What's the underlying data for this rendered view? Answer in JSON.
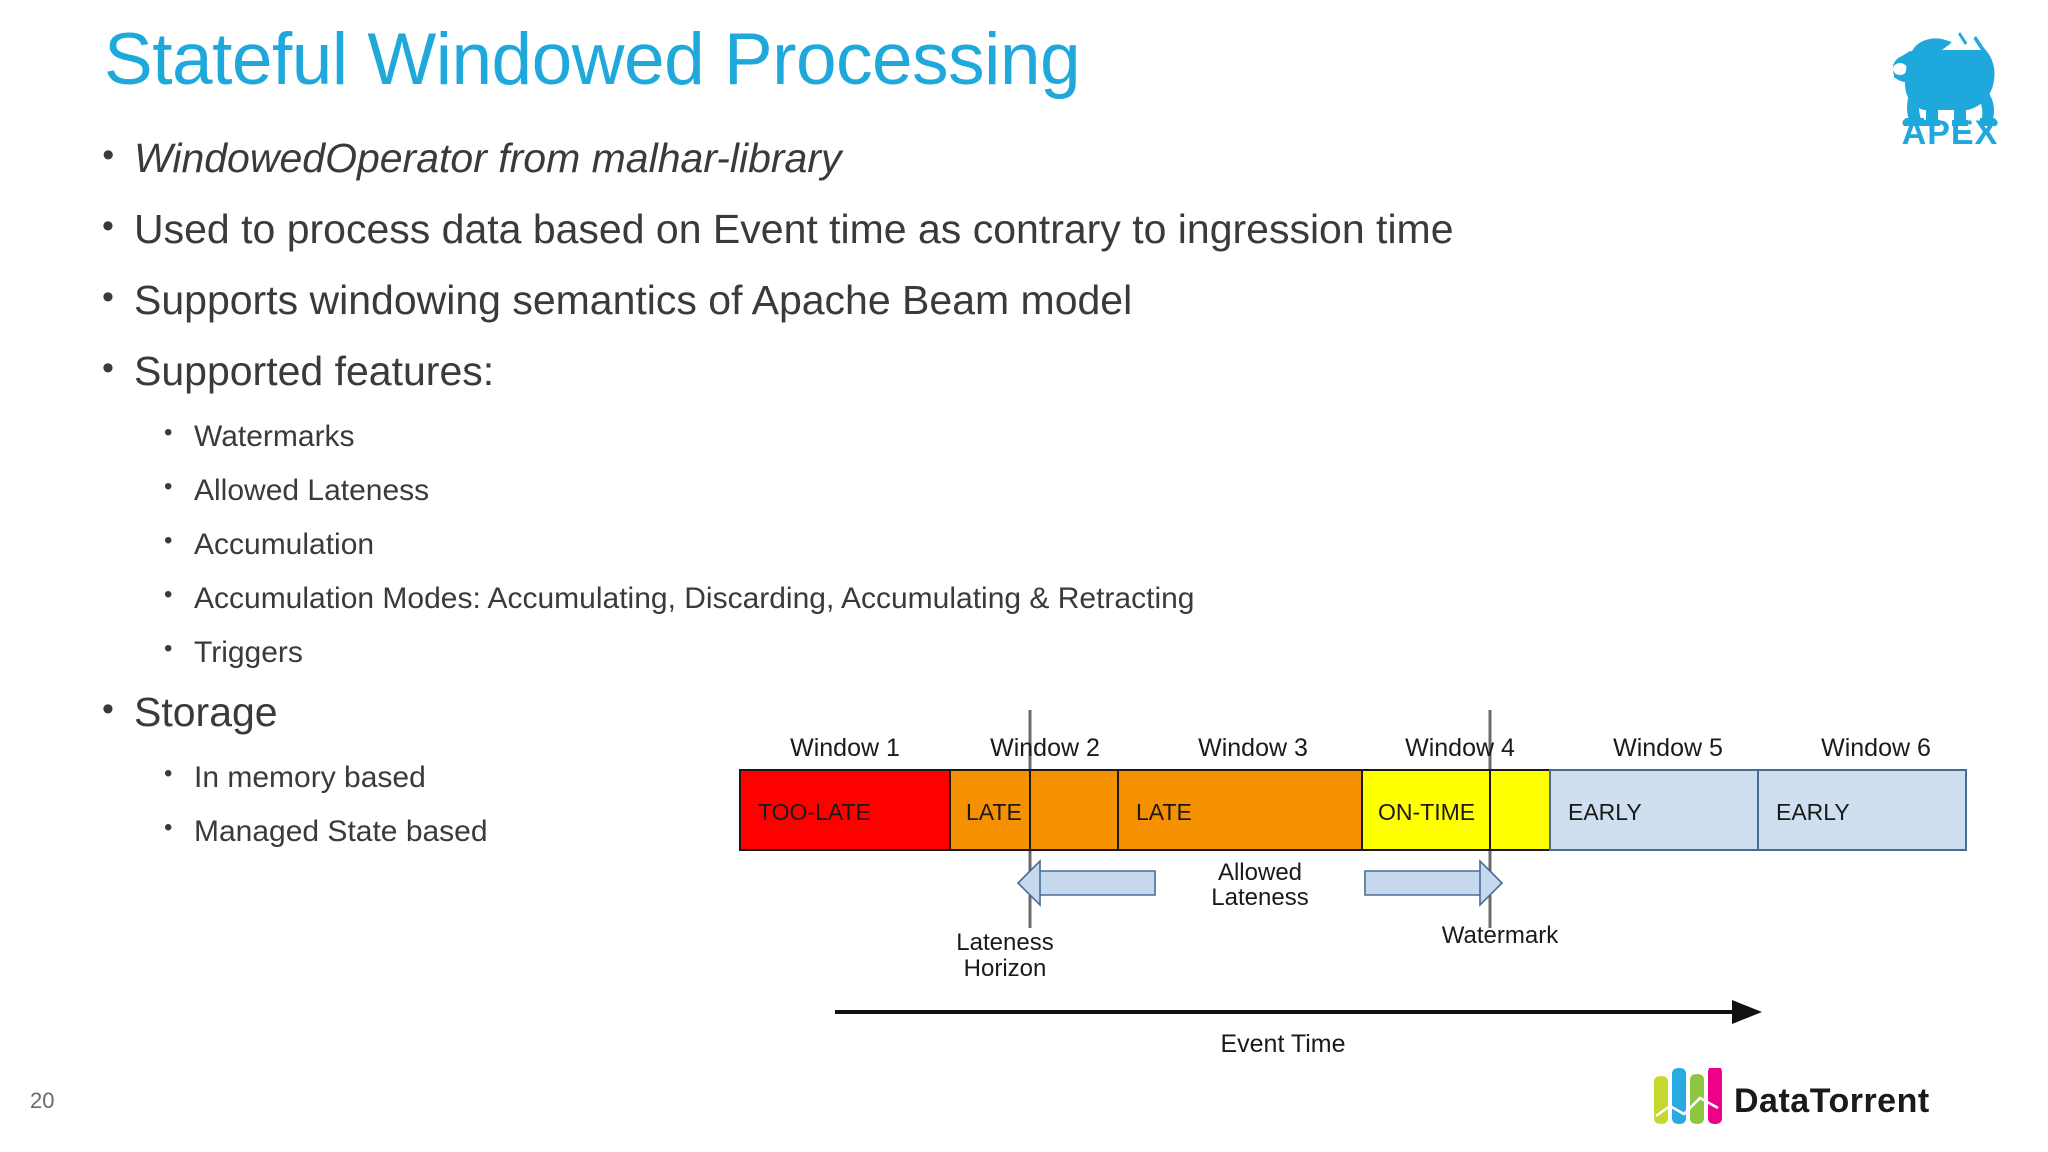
{
  "slide": {
    "title": "Stateful Windowed Processing",
    "page_number": "20",
    "accent_color": "#1fa8dc",
    "text_color": "#3a3a38",
    "background": "#ffffff"
  },
  "logo": {
    "apex_word": "APEX",
    "apex_icon": "gorilla-icon",
    "datatorrent_word": "DataTorrent",
    "datatorrent_bar_colors": [
      "#c4d82e",
      "#29abe2",
      "#ec008c",
      "#8dc63f"
    ]
  },
  "bullets": [
    {
      "level": 1,
      "text": "WindowedOperator from malhar-library",
      "italic": true
    },
    {
      "level": 1,
      "text": "Used to process data based on Event time as contrary to ingression time",
      "italic": false
    },
    {
      "level": 1,
      "text": "Supports windowing semantics of Apache Beam model",
      "italic": false
    },
    {
      "level": 1,
      "text": "Supported features:",
      "italic": false
    },
    {
      "level": 2,
      "text": "Watermarks",
      "italic": false
    },
    {
      "level": 2,
      "text": "Allowed Lateness",
      "italic": false
    },
    {
      "level": 2,
      "text": "Accumulation",
      "italic": false
    },
    {
      "level": 2,
      "text": "Accumulation Modes: Accumulating, Discarding, Accumulating & Retracting",
      "italic": false
    },
    {
      "level": 2,
      "text": "Triggers",
      "italic": false
    },
    {
      "level": 1,
      "text": "Storage",
      "italic": false
    },
    {
      "level": 2,
      "text": "In memory based",
      "italic": false
    },
    {
      "level": 2,
      "text": "Managed State based",
      "italic": false
    }
  ],
  "chart_data": {
    "type": "bar",
    "title": "",
    "xlabel": "Event Time",
    "ylabel": "",
    "orientation": "horizontal-timeline",
    "window_labels": [
      "Window 1",
      "Window 2",
      "Window 3",
      "Window 4",
      "Window 5",
      "Window 6"
    ],
    "segments": [
      {
        "label": "TOO-LATE",
        "color": "#ff0000",
        "start": 0,
        "end": 1.0
      },
      {
        "label": "LATE",
        "color": "#f59100",
        "start": 1.0,
        "end": 1.52
      },
      {
        "label": "",
        "color": "#f59100",
        "start": 1.52,
        "end": 2.0
      },
      {
        "label": "LATE",
        "color": "#f59100",
        "start": 2.0,
        "end": 3.0
      },
      {
        "label": "ON-TIME",
        "color": "#ffff00",
        "start": 3.0,
        "end": 3.72
      },
      {
        "label": "",
        "color": "#ffff00",
        "start": 3.72,
        "end": 4.0
      },
      {
        "label": "EARLY",
        "color": "#cfdff0",
        "start": 4.0,
        "end": 5.0
      },
      {
        "label": "EARLY",
        "color": "#cfdff0",
        "start": 5.0,
        "end": 6.0
      }
    ],
    "markers": [
      {
        "name": "Lateness Horizon",
        "label_line1": "Lateness",
        "label_line2": "Horizon",
        "x": 1.52
      },
      {
        "name": "Watermark",
        "label_line1": "Watermark",
        "label_line2": "",
        "x": 3.72
      }
    ],
    "annotation": {
      "label_line1": "Allowed",
      "label_line2": "Lateness",
      "arrow_color": "#c6d9ef",
      "arrow_stroke": "#4a6b96"
    },
    "axis_label": "Event Time",
    "grid": false,
    "legend": "none"
  }
}
